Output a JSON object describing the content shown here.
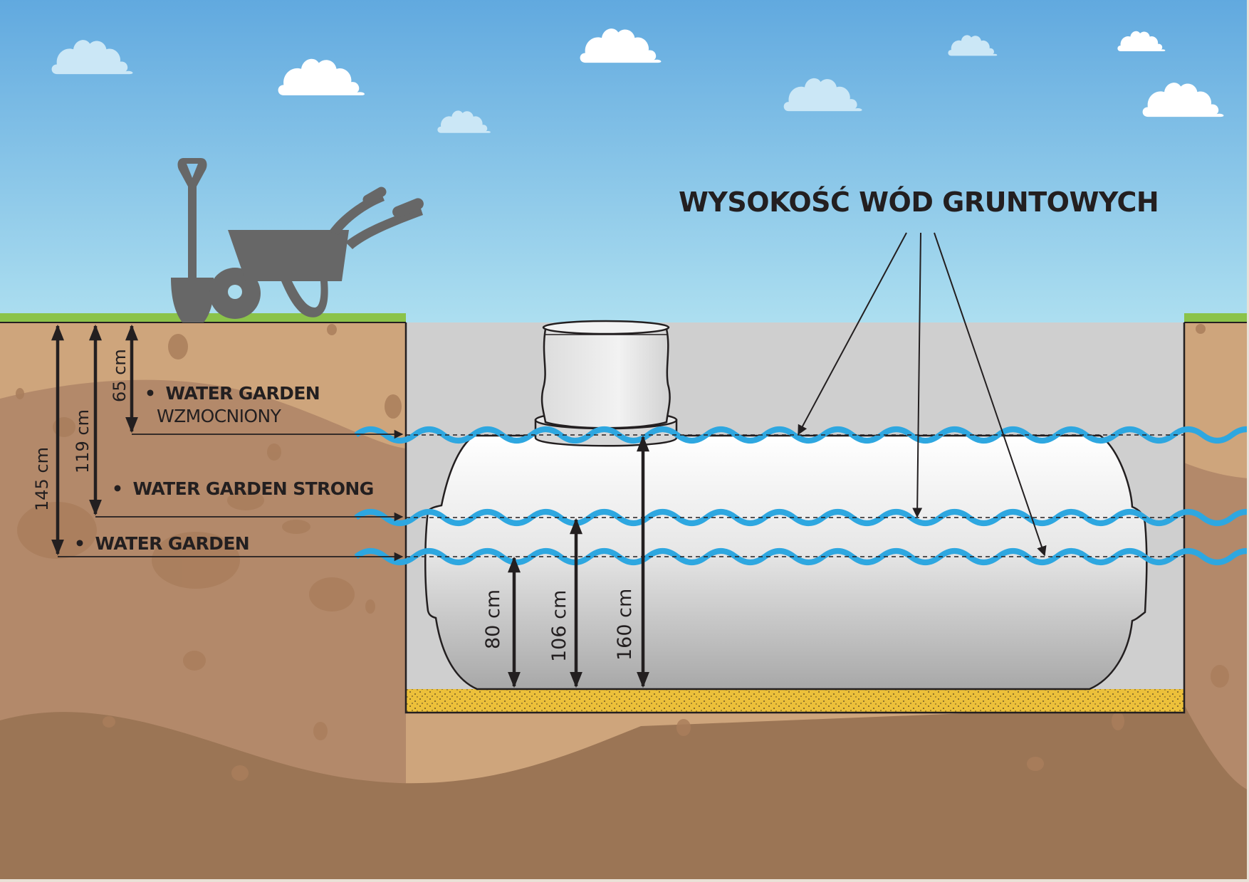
{
  "title": "WYSOKOŚĆ WÓD GRUNTOWYCH",
  "products": [
    {
      "bullet": "•",
      "name": "WATER GARDEN",
      "subtitle": "WZMOCNIONY",
      "depth_label": "65 cm",
      "depth_cm": 65
    },
    {
      "bullet": "•",
      "name": "WATER GARDEN STRONG",
      "subtitle": "",
      "depth_label": "119 cm",
      "depth_cm": 119
    },
    {
      "bullet": "•",
      "name": "WATER GARDEN",
      "subtitle": "",
      "depth_label": "145 cm",
      "depth_cm": 145
    }
  ],
  "tank_heights": [
    {
      "label": "80 cm",
      "value_cm": 80
    },
    {
      "label": "106 cm",
      "value_cm": 106
    },
    {
      "label": "160 cm",
      "value_cm": 160
    }
  ],
  "icons": {
    "shovel": "shovel-icon",
    "wheelbarrow": "wheelbarrow-icon",
    "cloud": "cloud-icon"
  },
  "colors": {
    "sky_top": "#62aadf",
    "sky_bottom": "#aadcee",
    "grass": "#8bc34a",
    "soil_light": "#cea57c",
    "soil_mid": "#b3896a",
    "soil_dark": "#9b7555",
    "stone": "#9c7556",
    "pit_fill": "#cfcfcf",
    "tank_light": "#f8f8f8",
    "tank_dark": "#a9a9a9",
    "water": "#2ea7e0",
    "sand": "#ecc03a",
    "tools": "#676767",
    "ink": "#231f20"
  }
}
